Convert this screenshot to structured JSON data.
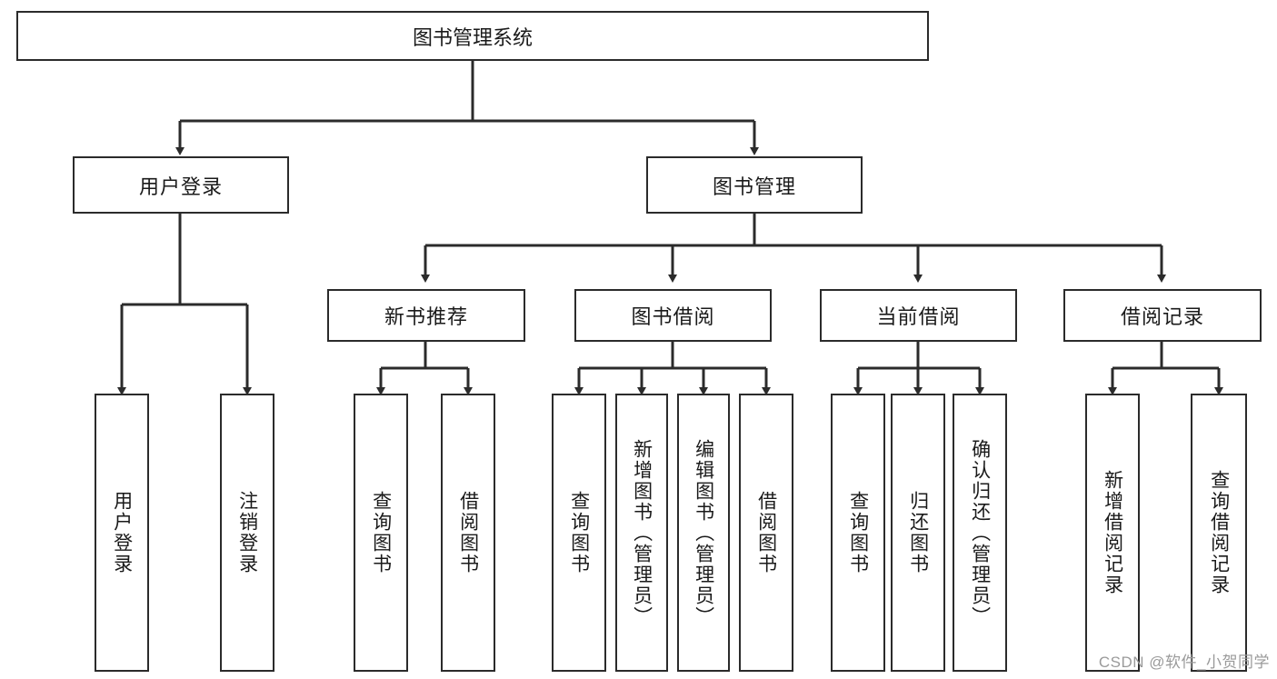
{
  "diagram": {
    "title": "图书管理系统",
    "type": "hierarchy-tree",
    "watermark": "CSDN @软件_小贺同学"
  },
  "root": {
    "label": "图书管理系统"
  },
  "level1": [
    {
      "label": "用户登录"
    },
    {
      "label": "图书管理"
    }
  ],
  "level2": [
    {
      "label": "新书推荐"
    },
    {
      "label": "图书借阅"
    },
    {
      "label": "当前借阅"
    },
    {
      "label": "借阅记录"
    }
  ],
  "leaves": {
    "user_login": [
      {
        "label": "用户登录"
      },
      {
        "label": "注销登录"
      }
    ],
    "new_book": [
      {
        "label": "查询图书"
      },
      {
        "label": "借阅图书"
      }
    ],
    "borrow": [
      {
        "label": "查询图书"
      },
      {
        "label": "新增图书（管理员）"
      },
      {
        "label": "编辑图书（管理员）"
      },
      {
        "label": "借阅图书"
      }
    ],
    "current": [
      {
        "label": "查询图书"
      },
      {
        "label": "归还图书"
      },
      {
        "label": "确认归还（管理员）"
      }
    ],
    "records": [
      {
        "label": "新增借阅记录"
      },
      {
        "label": "查询借阅记录"
      }
    ]
  },
  "colors": {
    "stroke": "#2b2b2b",
    "fill": "#ffffff",
    "text": "#1a1a1a",
    "watermark": "#9a9a9a"
  }
}
